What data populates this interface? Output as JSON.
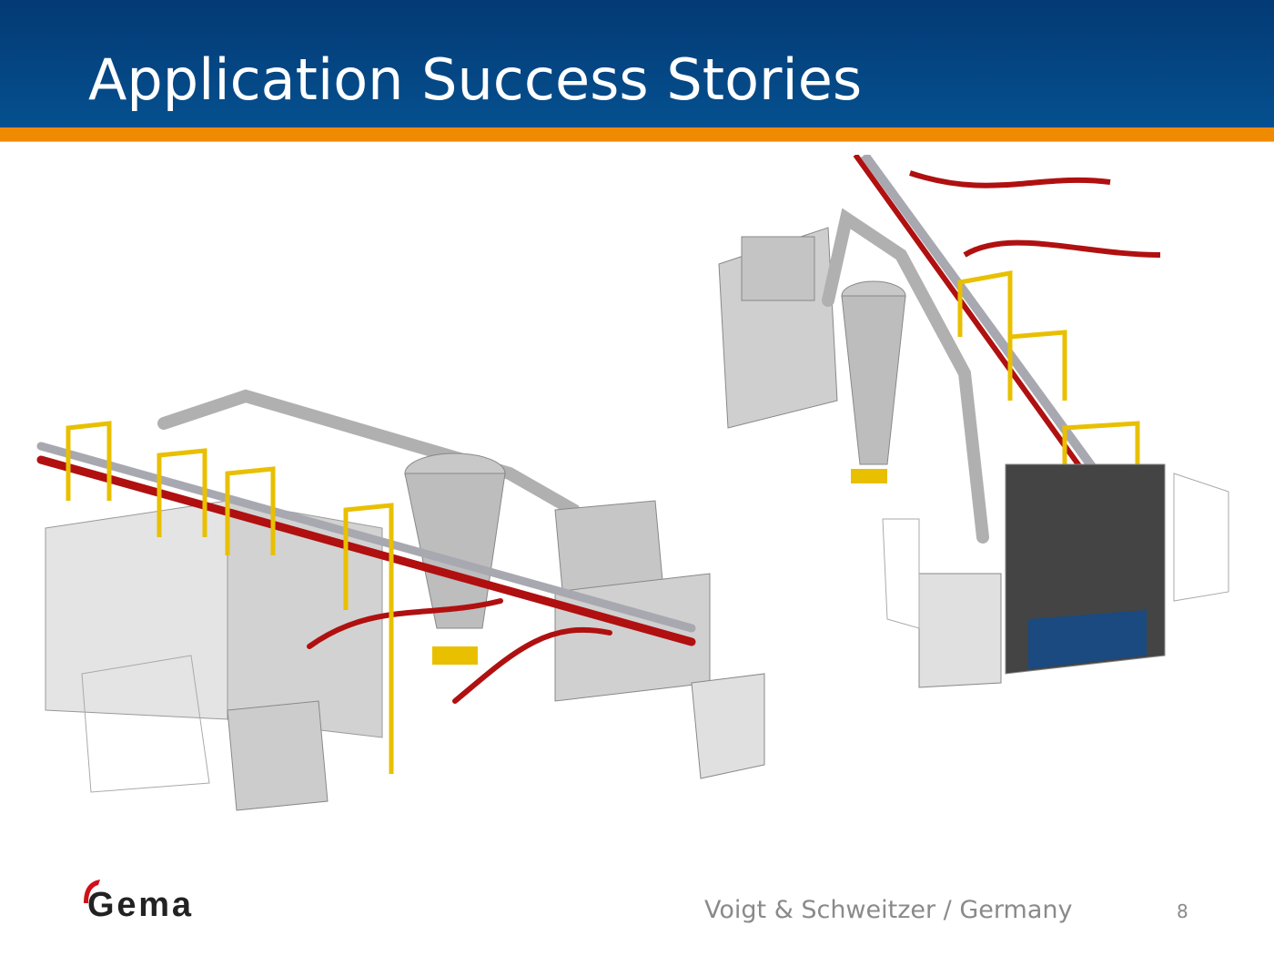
{
  "header": {
    "title": "Application Success Stories"
  },
  "footer": {
    "caption": "Voigt & Schweitzer / Germany",
    "page_number": "8",
    "logo_text": "Gema"
  },
  "colors": {
    "header_blue": "#05508f",
    "accent_orange": "#f08a00",
    "rail_red": "#b01010",
    "frame_yellow": "#e8c000"
  }
}
